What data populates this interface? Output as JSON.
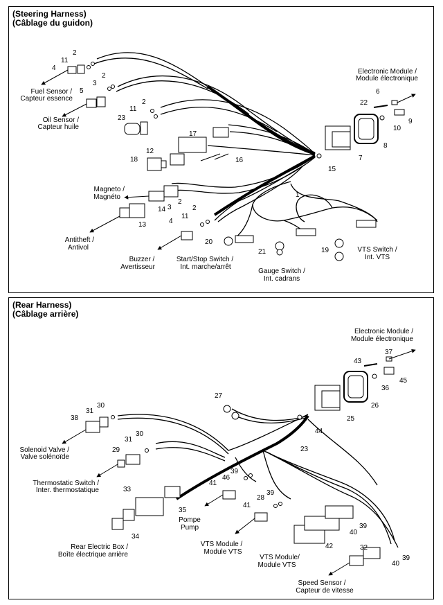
{
  "steering": {
    "title_en": "(Steering Harness)",
    "title_fr": "(Câblage du guidon)",
    "labels": {
      "fuel_sensor": [
        "Fuel Sensor /",
        "Capteur essence"
      ],
      "oil_sensor": [
        "Oil Sensor /",
        "Capteur huile"
      ],
      "electronic_module": [
        "Electronic Module /",
        "Module électronique"
      ],
      "magneto": [
        "Magneto /",
        "Magnéto"
      ],
      "antitheft": [
        "Antitheft /",
        "Antivol"
      ],
      "buzzer": [
        "Buzzer /",
        "Avertisseur"
      ],
      "start_stop": [
        "Start/Stop Switch /",
        "Int. marche/arrêt"
      ],
      "gauge_switch": [
        "Gauge Switch /",
        "Int. cadrans"
      ],
      "vts_switch": [
        "VTS Switch /",
        "Int. VTS"
      ]
    },
    "callouts": [
      "2",
      "11",
      "4",
      "2",
      "3",
      "5",
      "2",
      "11",
      "23",
      "17",
      "12",
      "18",
      "16",
      "6",
      "22",
      "9",
      "10",
      "8",
      "7",
      "15",
      "1",
      "2",
      "3",
      "14",
      "13",
      "2",
      "11",
      "4",
      "20",
      "21",
      "19"
    ]
  },
  "rear": {
    "title_en": "(Rear Harness)",
    "title_fr": "(Câblage arrière)",
    "labels": {
      "electronic_module": [
        "Electronic Module /",
        "Module électronique"
      ],
      "solenoid_valve": [
        "Solenoid Valve /",
        "Valve solénoïde"
      ],
      "thermostatic_switch": [
        "Thermostatic Switch /",
        "Inter. thermostatique"
      ],
      "pump": [
        "Pompe",
        "Pump"
      ],
      "rear_electric_box": [
        "Rear Electric Box /",
        "Boîte électrique arrière"
      ],
      "vts_module_1": [
        "VTS Module /",
        "Module VTS"
      ],
      "vts_module_2": [
        "VTS Module/",
        "Module VTS"
      ],
      "speed_sensor": [
        "Speed Sensor /",
        "Capteur de vitesse"
      ]
    },
    "callouts": [
      "37",
      "43",
      "45",
      "36",
      "26",
      "25",
      "27",
      "44",
      "23",
      "30",
      "31",
      "38",
      "30",
      "31",
      "29",
      "39",
      "46",
      "41",
      "39",
      "28",
      "41",
      "33",
      "35",
      "34",
      "39",
      "40",
      "42",
      "32",
      "39",
      "40"
    ]
  }
}
